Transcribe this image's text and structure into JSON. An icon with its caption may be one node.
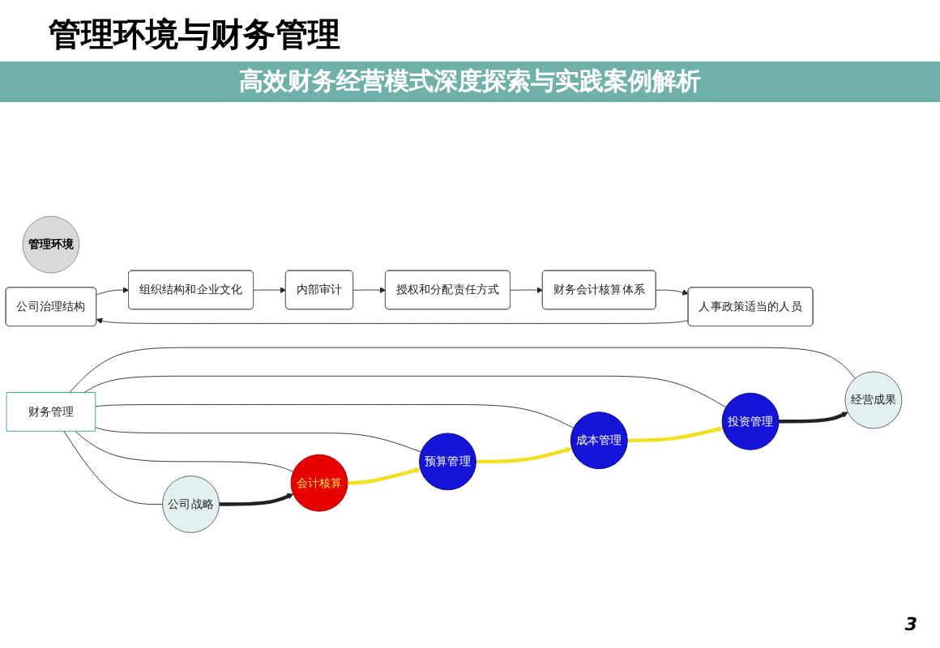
{
  "diagram": {
    "title": "管理环境与财务管理",
    "caption": "高效财务经营模式深度探索与实践案例解析",
    "nodes": [
      {
        "text": [
          "管理环境"
        ]
      },
      {
        "text": [
          "公司治理结构"
        ]
      },
      {
        "text": [
          "组织结构和企业文化"
        ]
      },
      {
        "text": [
          "内部审计"
        ]
      },
      {
        "text": [
          "授权和分配责任方式"
        ]
      },
      {
        "text": [
          "财务会计核算体系"
        ]
      },
      {
        "text": [
          "人事政策适当的人员"
        ]
      },
      {
        "text": [
          "财务管理"
        ]
      },
      {
        "text": [
          "公司战略"
        ]
      },
      {
        "text": [
          "会计核算"
        ]
      },
      {
        "text": [
          "预算管理"
        ]
      },
      {
        "text": [
          "成本管理"
        ]
      },
      {
        "text": [
          "投资管理"
        ]
      },
      {
        "text": [
          "经营成果"
        ]
      }
    ],
    "edges": [
      {
        "from": 1,
        "to": 2,
        "arrow": "to"
      },
      {
        "from": 2,
        "to": 3,
        "arrow": "to"
      },
      {
        "from": 3,
        "to": 4,
        "arrow": "to"
      },
      {
        "from": 4,
        "to": 5,
        "arrow": "to"
      },
      {
        "from": 5,
        "to": 6,
        "arrow": "to"
      },
      {
        "from": 6,
        "to": 1,
        "arrow": "to"
      },
      {
        "from": 7,
        "to": 8,
        "arrow": "none"
      },
      {
        "from": 7,
        "to": 9,
        "arrow": "none"
      },
      {
        "from": 7,
        "to": 10,
        "arrow": "none"
      },
      {
        "from": 7,
        "to": 11,
        "arrow": "none"
      },
      {
        "from": 7,
        "to": 12,
        "arrow": "none"
      },
      {
        "from": 7,
        "to": 13,
        "arrow": "none"
      },
      {
        "from": 8,
        "to": 9,
        "arrow": "to",
        "style": "thick"
      },
      {
        "from": 9,
        "to": 10,
        "arrow": "to",
        "style": "thick",
        "color": "#f0e020"
      },
      {
        "from": 10,
        "to": 11,
        "arrow": "to",
        "style": "thick",
        "color": "#f0e020"
      },
      {
        "from": 11,
        "to": 12,
        "arrow": "to",
        "style": "thick",
        "color": "#f0e020"
      },
      {
        "from": 12,
        "to": 13,
        "arrow": "to",
        "style": "thick"
      }
    ],
    "labels": [
      "3"
    ]
  }
}
